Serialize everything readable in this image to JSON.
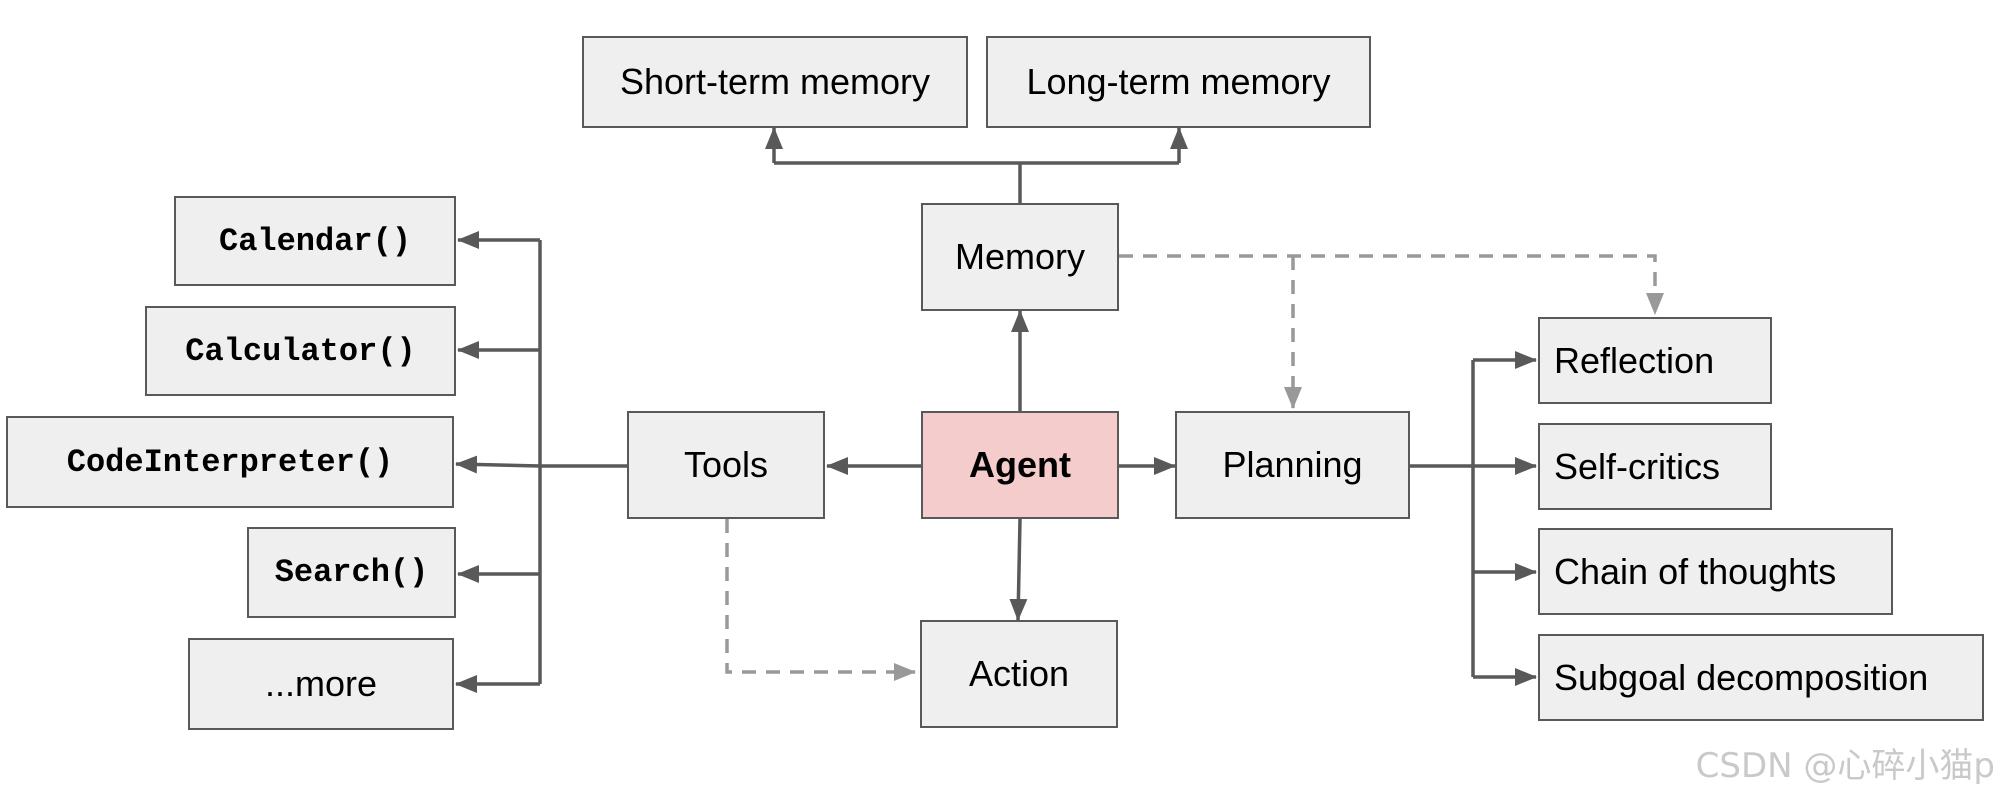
{
  "colors": {
    "box_fill": "#efefef",
    "box_border": "#595959",
    "agent_fill": "#f4cccc",
    "solid_arrow": "#595959",
    "dashed_arrow": "#999999",
    "watermark": "#c9c9c9"
  },
  "nodes": {
    "short_term_memory": "Short-term memory",
    "long_term_memory": "Long-term memory",
    "memory": "Memory",
    "agent": "Agent",
    "tools": "Tools",
    "planning": "Planning",
    "action": "Action",
    "tool_calendar": "Calendar()",
    "tool_calculator": "Calculator()",
    "tool_code_interpreter": "CodeInterpreter()",
    "tool_search": "Search()",
    "tool_more": "...more",
    "plan_reflection": "Reflection",
    "plan_self_critics": "Self-critics",
    "plan_chain_of_thoughts": "Chain of thoughts",
    "plan_subgoal_decomposition": "Subgoal decomposition"
  },
  "watermark": "CSDN @心碎小猫p"
}
